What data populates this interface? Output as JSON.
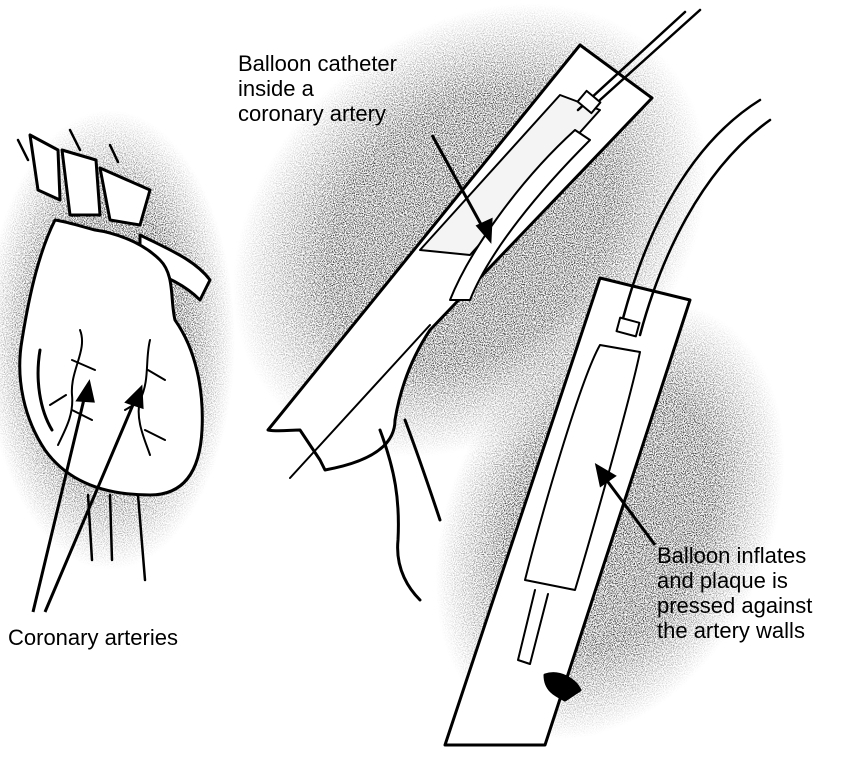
{
  "labels": {
    "catheter": [
      "Balloon catheter",
      "inside a",
      "coronary artery"
    ],
    "balloon": [
      "Balloon inflates",
      "and plaque is",
      "pressed against",
      "the artery walls"
    ],
    "coronary": "Coronary arteries"
  },
  "colors": {
    "ink": "#000000",
    "stipple": "#555555",
    "background": "#ffffff"
  }
}
